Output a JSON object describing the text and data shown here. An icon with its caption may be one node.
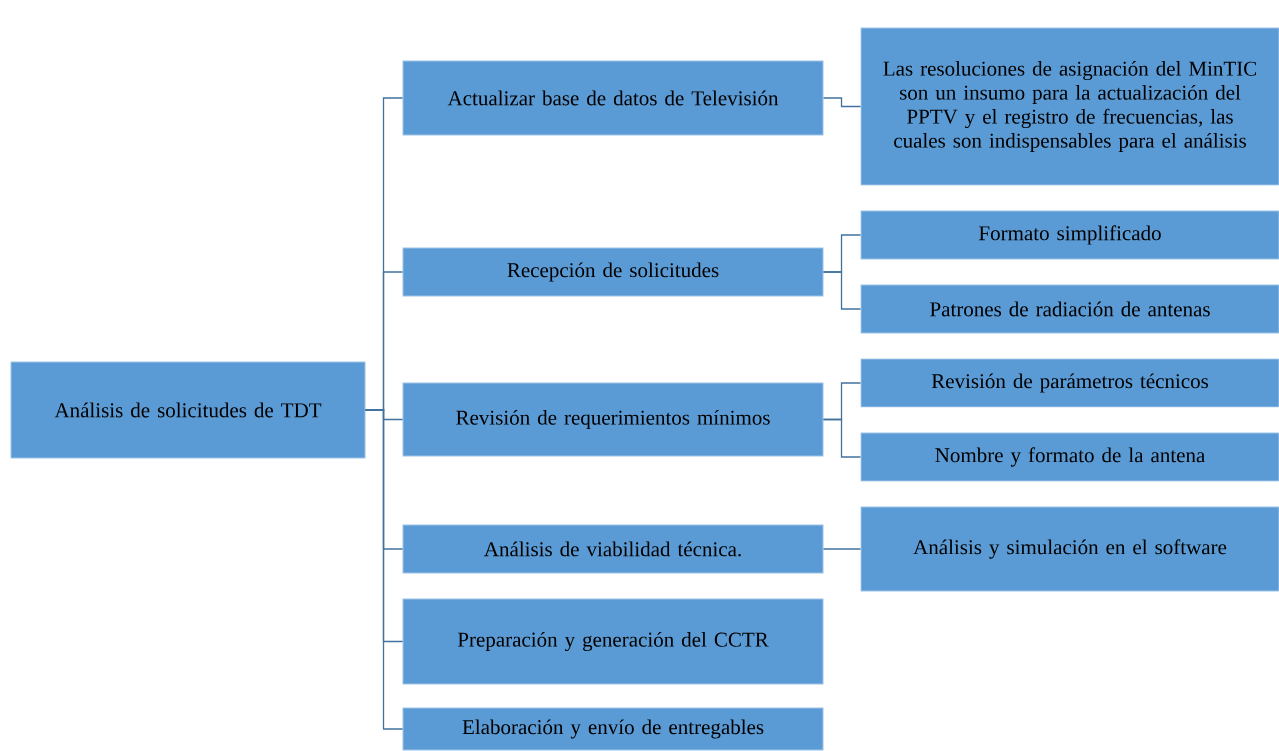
{
  "diagram": {
    "nodes": [
      {
        "text": [
          "Análisis de solicitudes de TDT"
        ]
      },
      {
        "text": [
          "Actualizar base de datos de Televisión"
        ]
      },
      {
        "text": [
          "Las resoluciones de asignación del MinTIC son un insumo para la actualización del PPTV y el registro de frecuencias, las cuales son indispensables para el análisis"
        ]
      },
      {
        "text": [
          "Recepción de solicitudes"
        ]
      },
      {
        "text": [
          "Formato simplificado"
        ]
      },
      {
        "text": [
          "Patrones de radiación de antenas"
        ]
      },
      {
        "text": [
          "Revisión de requerimientos mínimos"
        ]
      },
      {
        "text": [
          "Revisión de parámetros técnicos"
        ]
      },
      {
        "text": [
          "Nombre y formato de la antena"
        ]
      },
      {
        "text": [
          "Análisis de viabilidad técnica."
        ]
      },
      {
        "text": [
          "Análisis y simulación en el software"
        ]
      },
      {
        "text": [
          "Preparación y generación del CCTR"
        ]
      },
      {
        "text": [
          "Elaboración y envío de entregables"
        ]
      }
    ],
    "edges": [
      {
        "from": 0,
        "to": 1,
        "arrow": "none"
      },
      {
        "from": 0,
        "to": 3,
        "arrow": "none"
      },
      {
        "from": 0,
        "to": 6,
        "arrow": "none"
      },
      {
        "from": 0,
        "to": 9,
        "arrow": "none"
      },
      {
        "from": 0,
        "to": 11,
        "arrow": "none"
      },
      {
        "from": 0,
        "to": 12,
        "arrow": "none"
      },
      {
        "from": 1,
        "to": 2,
        "arrow": "none"
      },
      {
        "from": 3,
        "to": 4,
        "arrow": "none"
      },
      {
        "from": 3,
        "to": 5,
        "arrow": "none"
      },
      {
        "from": 6,
        "to": 7,
        "arrow": "none"
      },
      {
        "from": 6,
        "to": 8,
        "arrow": "none"
      },
      {
        "from": 9,
        "to": 10,
        "arrow": "none"
      }
    ]
  }
}
